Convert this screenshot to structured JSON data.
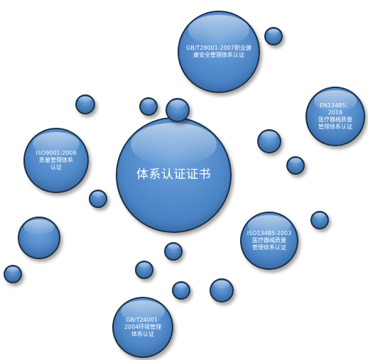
{
  "center": {
    "label": "体系认证证书"
  },
  "certificates": {
    "ohsas": {
      "label": "GB/T28001-2007职业健\n康安全管理体系认证"
    },
    "iso9001": {
      "label": "ISO9001:2008\n质量管理体系\n认证"
    },
    "en13485": {
      "label": "EN13485：\n2016\n医疗器械质量\n管理体系认证"
    },
    "iso13485": {
      "label": "ISO13485-2003\n医疗器械质量\n管理体系认证"
    },
    "gbt24001": {
      "label": "GB/T24001-\n2004环境管理\n体系认证"
    }
  },
  "colors": {
    "bubble_fill": "#4f88c9",
    "bubble_border": "#1d2f45",
    "text": "#ffffff"
  }
}
